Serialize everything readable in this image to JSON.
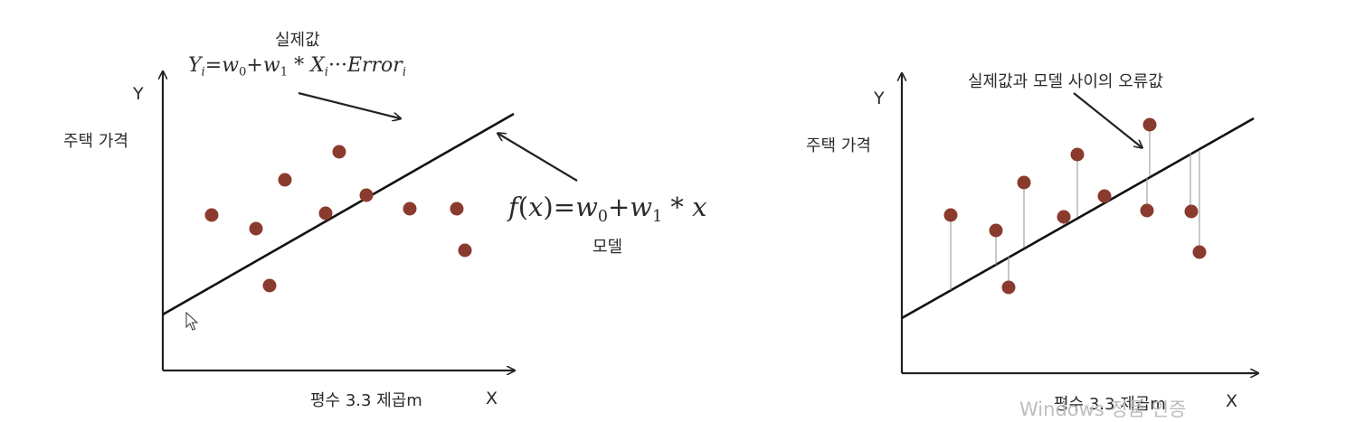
{
  "left_diagram": {
    "y_axis_letter": "Y",
    "y_axis_label": "주택 가격",
    "x_axis_label": "평수 3.3 제곱m",
    "x_axis_letter": "X",
    "actual_label": "실제값",
    "actual_formula": {
      "Y": "Y",
      "i": "i",
      "eq": "=",
      "w": "w",
      "zero": "0",
      "plus": "+",
      "one": "1",
      "star": "*",
      "X": "X",
      "dots": "···",
      "error": "Error"
    },
    "model_formula": {
      "f": "f",
      "x": "x",
      "eq": "=",
      "w": "w",
      "zero": "0",
      "plus": "+",
      "one": "1",
      "star": "*"
    },
    "model_label": "모델",
    "point_color": "#8b3a2e"
  },
  "right_diagram": {
    "y_axis_letter": "Y",
    "y_axis_label": "주택 가격",
    "x_axis_label": "평수 3.3 제곱m",
    "x_axis_letter": "X",
    "error_label": "실제값과 모델 사이의 오류값",
    "point_color": "#8b3a2e"
  },
  "watermark": "Windows 정품 인증"
}
